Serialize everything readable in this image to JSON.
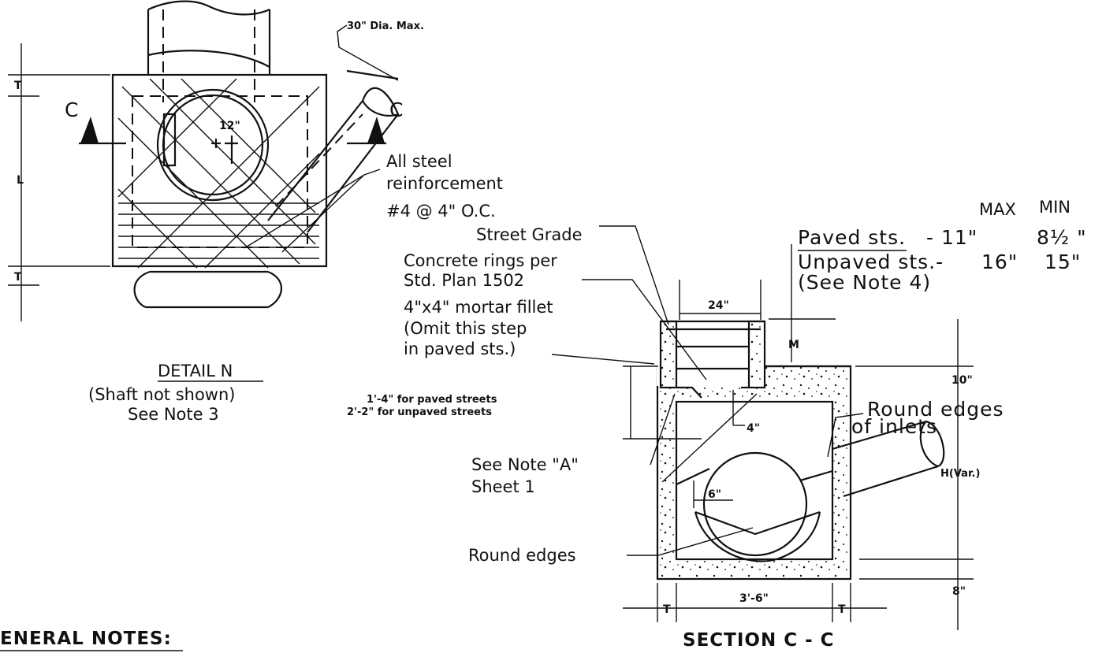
{
  "detail_n": {
    "title": "DETAIL N",
    "subtitle1": "(Shaft not shown)",
    "subtitle2": "See Note 3",
    "dim_top_t": "T",
    "dim_l": "L",
    "dim_bottom_t": "T",
    "section_mark_left": "C",
    "section_mark_right": "C",
    "dim_12": "12\"",
    "inlet_label": "30\" Dia. Max.",
    "steel_line1": "All steel",
    "steel_line2": "reinforcement",
    "steel_line3": "#4 @ 4\" O.C."
  },
  "section_cc": {
    "title": "SECTION C - C",
    "street_grade": "Street Grade",
    "rings_line1": "Concrete rings per",
    "rings_line2": "Std. Plan 1502",
    "mortar_line1": "4\"x4\" mortar fillet",
    "mortar_line2": "(Omit this step",
    "mortar_line3": "in paved sts.)",
    "paved_line1": "1'-4\" for paved streets",
    "paved_line2": "2'-2\" for unpaved streets",
    "see_note_a": "See Note \"A\"",
    "sheet_1": "Sheet 1",
    "round_edges": "Round edges",
    "round_edges_inlets_1": "Round edges",
    "round_edges_inlets_2": "of inlets",
    "dim_24": "24\"",
    "dim_m": "M",
    "dim_10": "10\"",
    "dim_4": "4\"",
    "dim_6": "6\"",
    "dim_h": "H(Var.)",
    "dim_8": "8\"",
    "dim_t_left": "T",
    "dim_t_right": "T",
    "dim_width": "3'-6\""
  },
  "table": {
    "max_header": "MAX",
    "min_header": "MIN",
    "paved_label": "Paved sts.",
    "paved_max": "- 11\"",
    "paved_min": "8½ \"",
    "unpaved_label": "Unpaved sts.-",
    "unpaved_max": "16\"",
    "unpaved_min": "15\"",
    "see_note_4": "(See Note 4)"
  },
  "general_notes": {
    "heading": "ENERAL NOTES:"
  }
}
